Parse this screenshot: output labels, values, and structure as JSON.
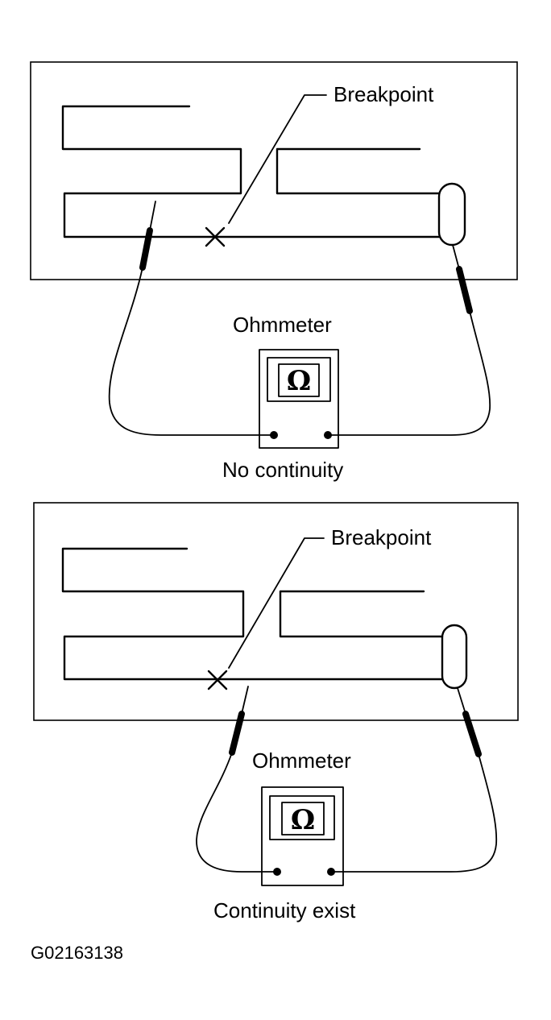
{
  "top_diagram": {
    "breakpoint_label": "Breakpoint",
    "meter_label": "Ohmmeter",
    "meter_symbol": "Ω",
    "result_label": "No continuity"
  },
  "bottom_diagram": {
    "breakpoint_label": "Breakpoint",
    "meter_label": "Ohmmeter",
    "meter_symbol": "Ω",
    "result_label": "Continuity exist"
  },
  "figure_code": "G02163138"
}
